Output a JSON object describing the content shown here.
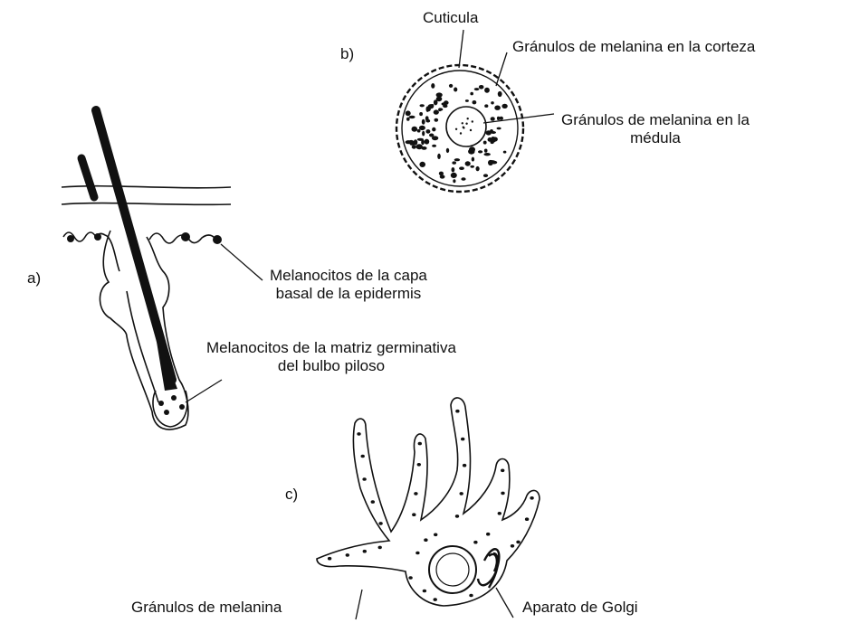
{
  "panels": {
    "a": {
      "panel_label": "a)",
      "labels": {
        "basal_melanocytes": [
          "Melanocitos de la capa",
          "basal de la epidermis"
        ],
        "matrix_melanocytes": [
          "Melanocitos de la matriz germinativa",
          "del bulbo piloso"
        ]
      }
    },
    "b": {
      "panel_label": "b)",
      "labels": {
        "cuticle": "Cuticula",
        "cortex_granules": "Gránulos de melanina en la corteza",
        "medulla_granules": [
          "Gránulos de melanina en la",
          "médula"
        ]
      }
    },
    "c": {
      "panel_label": "c)",
      "labels": {
        "melanin_granules": "Gránulos de melanina",
        "golgi": "Aparato de Golgi"
      }
    }
  }
}
